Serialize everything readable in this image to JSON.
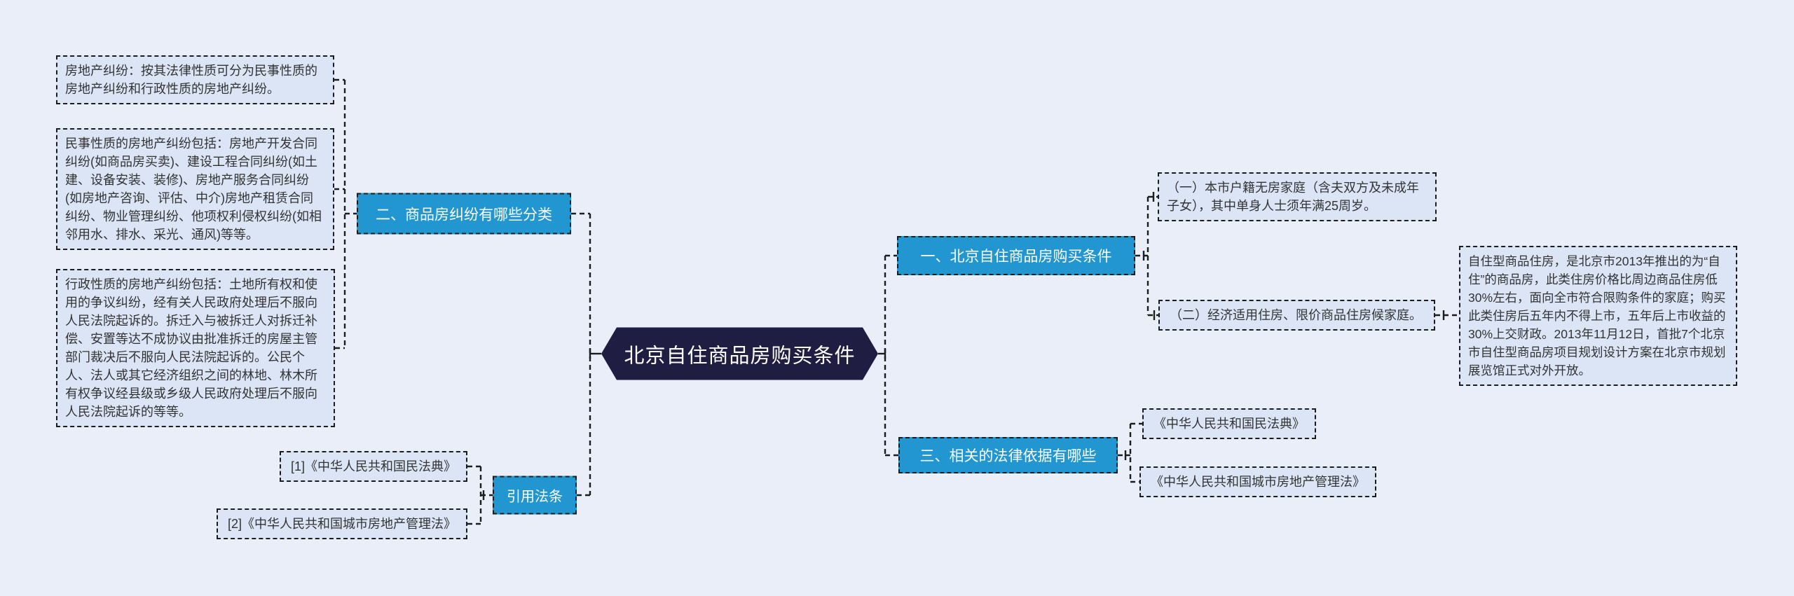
{
  "colors": {
    "background": "#e9eef8",
    "leaf_fill": "#dbe5f5",
    "line": "#1c1c1c",
    "accent": "#2196d0",
    "center_fill": "#201d43",
    "leaf_text": "#333333",
    "label_text": "#ffffff"
  },
  "center": {
    "title": "北京自住商品房购买条件"
  },
  "branches": {
    "purchase_conditions": {
      "label": "一、北京自住商品房购买条件",
      "items": [
        "（一）本市户籍无房家庭（含夫双方及未成年子女），其中单身人士须年满25周岁。",
        "（二）经济适用住房、限价商品住房候家庭。"
      ],
      "note": "自住型商品住房，是北京市2013年推出的为“自住”的商品房，此类住房价格比周边商品住房低30%左右，面向全市符合限购条件的家庭；购买此类住房后五年内不得上市，五年后上市收益的30%上交财政。2013年11月12日，首批7个北京市自住型商品房项目规划设计方案在北京市规划展览馆正式对外开放。"
    },
    "dispute_categories": {
      "label": "二、商品房纠纷有哪些分类",
      "items": [
        "房地产纠纷：按其法律性质可分为民事性质的房地产纠纷和行政性质的房地产纠纷。",
        "民事性质的房地产纠纷包括：房地产开发合同纠纷(如商品房买卖)、建设工程合同纠纷(如土建、设备安装、装修)、房地产服务合同纠纷(如房地产咨询、评估、中介)房地产租赁合同纠纷、物业管理纠纷、他项权利侵权纠纷(如相邻用水、排水、采光、通风)等等。",
        "行政性质的房地产纠纷包括：土地所有权和使用的争议纠纷，经有关人民政府处理后不服向人民法院起诉的。拆迁入与被拆迁人对拆迁补偿、安置等达不成协议由批准拆迁的房屋主管部门裁决后不服向人民法院起诉的。公民个人、法人或其它经济组织之间的林地、林木所有权争议经县级或乡级人民政府处理后不服向人民法院起诉的等等。"
      ]
    },
    "legal_basis": {
      "label": "三、相关的法律依据有哪些",
      "items": [
        "《中华人民共和国民法典》",
        "《中华人民共和国城市房地产管理法》"
      ]
    },
    "cited_laws": {
      "label": "引用法条",
      "items": [
        "[1]《中华人民共和国民法典》",
        "[2]《中华人民共和国城市房地产管理法》"
      ]
    }
  }
}
